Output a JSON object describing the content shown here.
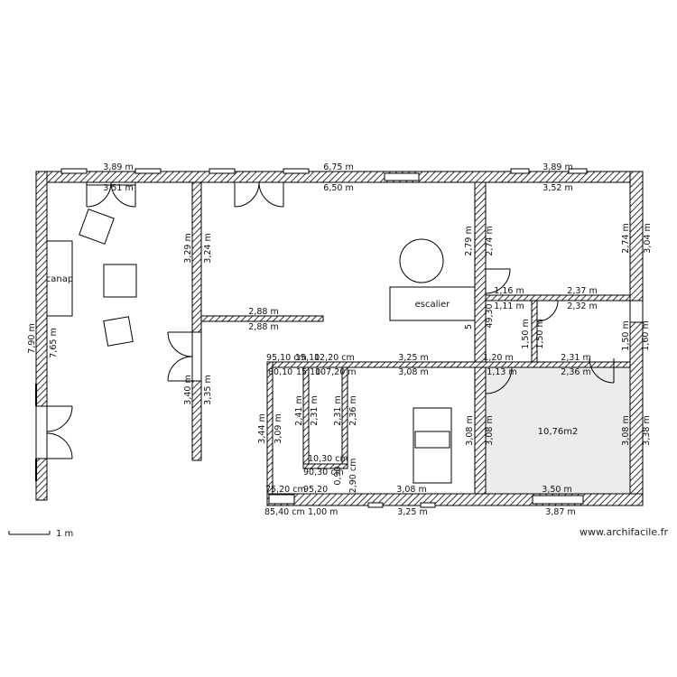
{
  "rooms": {
    "shaded_area_label": "10,76m2",
    "stair_label": "escalier",
    "sofa_label": "canap"
  },
  "dimensions": {
    "top_ext_left": "3,89 m",
    "top_int_left": "3,51 m",
    "top_ext_mid": "6,75 m",
    "top_int_mid": "6,50 m",
    "top_ext_right": "3,89 m",
    "top_int_right": "3,52 m",
    "left_ext": "7,90 m",
    "left_int": "7,65 m",
    "partA_top_left": "3,29 m",
    "partA_top_right": "3,24 m",
    "partA_bot_left": "3,40 m",
    "partA_bot_right": "3,35 m",
    "stub_top": "2,88 m",
    "stub_bot": "2,88 m",
    "mid_wall_left": "2,79 m",
    "mid_wall_right": "2,74 m",
    "right_room_int_height": "2,74 m",
    "right_ext_top": "3,04 m",
    "closet_top_ext": "1,16 m",
    "closet_top_int": "1,11 m",
    "closet_mid_ext": "2,37 m",
    "closet_mid_int": "2,32 m",
    "closet_small": "49,30",
    "closet_small2": "5",
    "corr_left": "1,50 m",
    "corr_left2": "1,50 m",
    "corr_right_int": "1,50 m",
    "corr_right_ext": "1,60 m",
    "corr_width_top": "1,20 m",
    "corr_width_bot": "1,13 m",
    "shaded_top_ext": "2,31 m",
    "shaded_top_int": "2,36 m",
    "bath_top_a": "95,10 cm",
    "bath_top_b": "15,10",
    "bath_top_c": "12,20 cm",
    "bath_int_a": "80,10",
    "bath_int_b": "15,10",
    "bath_int_c": "107,20 m",
    "bed_top_ext": "3,25 m",
    "bed_top_int": "3,08 m",
    "bath_left_ext": "3,44 m",
    "bath_left_int": "3,09 m",
    "wc_left": "2,41 m",
    "wc_right": "2,31 m",
    "wc2_left": "2,31 m",
    "wc2_right": "2,36 m",
    "wc_bottom": "10,30 cm",
    "wc_bottom2": "90,30 cm",
    "wc_v1": "0,90",
    "wc_v2": "2,90 cm",
    "bed_left_a": "3,08 m",
    "bed_left_b": "3,08 m",
    "shaded_right_int": "3,08 m",
    "right_ext_bot": "3,38 m",
    "bath_bot_a": "75,20 cm",
    "bath_bot_b": "95,20",
    "bed_bot_int": "3,08 m",
    "shaded_bot_int": "3,50 m",
    "bath_bot_ext_a": "85,40 cm",
    "bath_bot_ext_b": "1,00 m",
    "bed_bot_ext": "3,25 m",
    "shaded_bot_ext": "3,87 m"
  },
  "scale": {
    "label": "1 m"
  },
  "watermark": "www.archifacile.fr"
}
